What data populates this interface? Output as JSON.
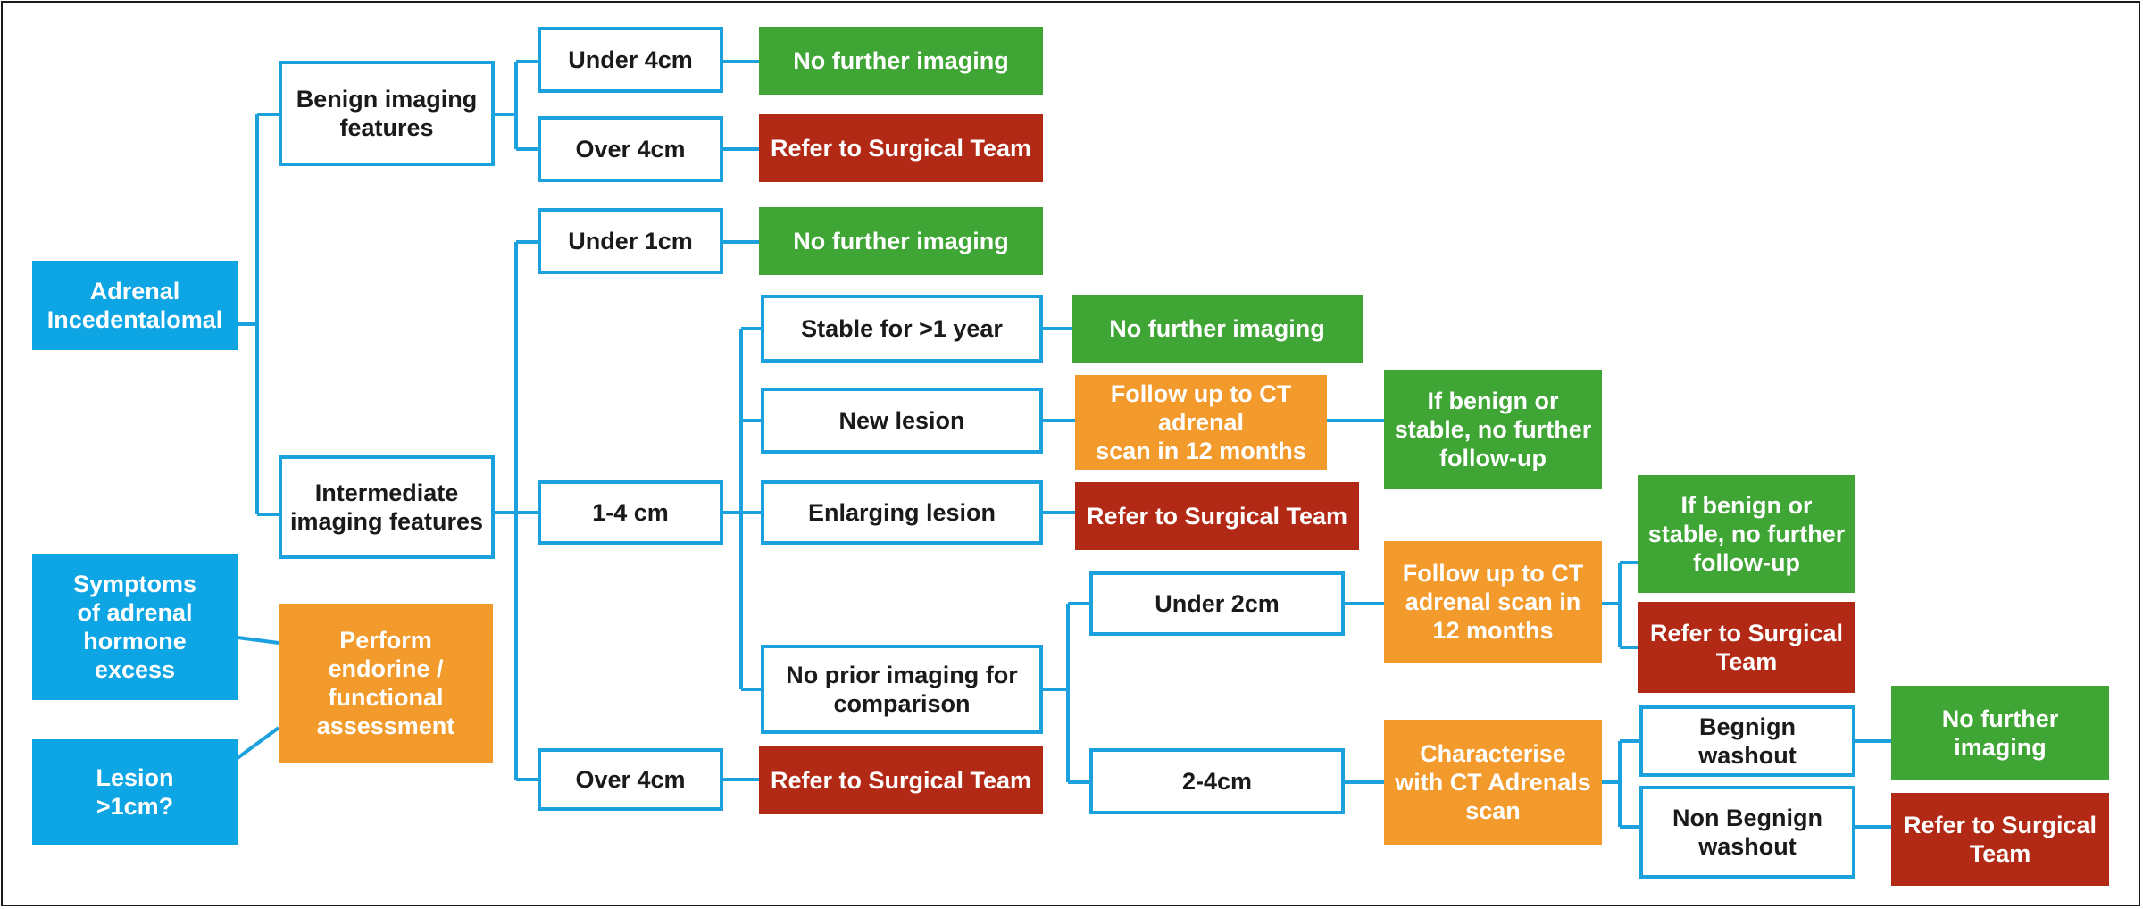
{
  "colors": {
    "outline_border": "#1ba1dd",
    "blue": "#0ea5e4",
    "green": "#3fa635",
    "red": "#b22a16",
    "orange": "#f39a2d",
    "connector": "#1ba1dd"
  },
  "nodes": {
    "adrenal": "Adrenal\nIncedentalomal",
    "symptoms": "Symptoms\nof adrenal\nhormone\nexcess",
    "lesion": "Lesion\n>1cm?",
    "perform": "Perform\nendorine /\nfunctional\nassessment",
    "benign": "Benign imaging\nfeatures",
    "intermediate": "Intermediate\nimaging features",
    "b_under4": "Under 4cm",
    "b_over4": "Over 4cm",
    "b_under4_out": "No further imaging",
    "b_over4_out": "Refer to Surgical Team",
    "i_under1": "Under 1cm",
    "i_under1_out": "No further imaging",
    "i_1to4": "1-4 cm",
    "i_over4": "Over 4cm",
    "i_over4_out": "Refer to Surgical Team",
    "stable": "Stable for >1 year",
    "stable_out": "No further imaging",
    "new_lesion": "New lesion",
    "new_lesion_out": "Follow up to CT adrenal\nscan in 12 months",
    "new_lesion_out2": "If benign or\nstable, no further\nfollow-up",
    "enlarging": "Enlarging lesion",
    "enlarging_out": "Refer to Surgical Team",
    "no_prior": "No prior imaging for\ncomparison",
    "under2": "Under 2cm",
    "under2_out": "Follow up to CT\nadrenal scan in\n12 months",
    "under2_benign": "If benign or\nstable, no further\nfollow-up",
    "under2_refer": "Refer to Surgical\nTeam",
    "two_to4": "2-4cm",
    "two_to4_out": "Characterise\nwith CT Adrenals\nscan",
    "benign_washout": "Begnign washout",
    "benign_washout_out": "No further\nimaging",
    "nonbenign_washout": "Non Begnign\nwashout",
    "nonbenign_washout_out": "Refer to Surgical\nTeam"
  }
}
